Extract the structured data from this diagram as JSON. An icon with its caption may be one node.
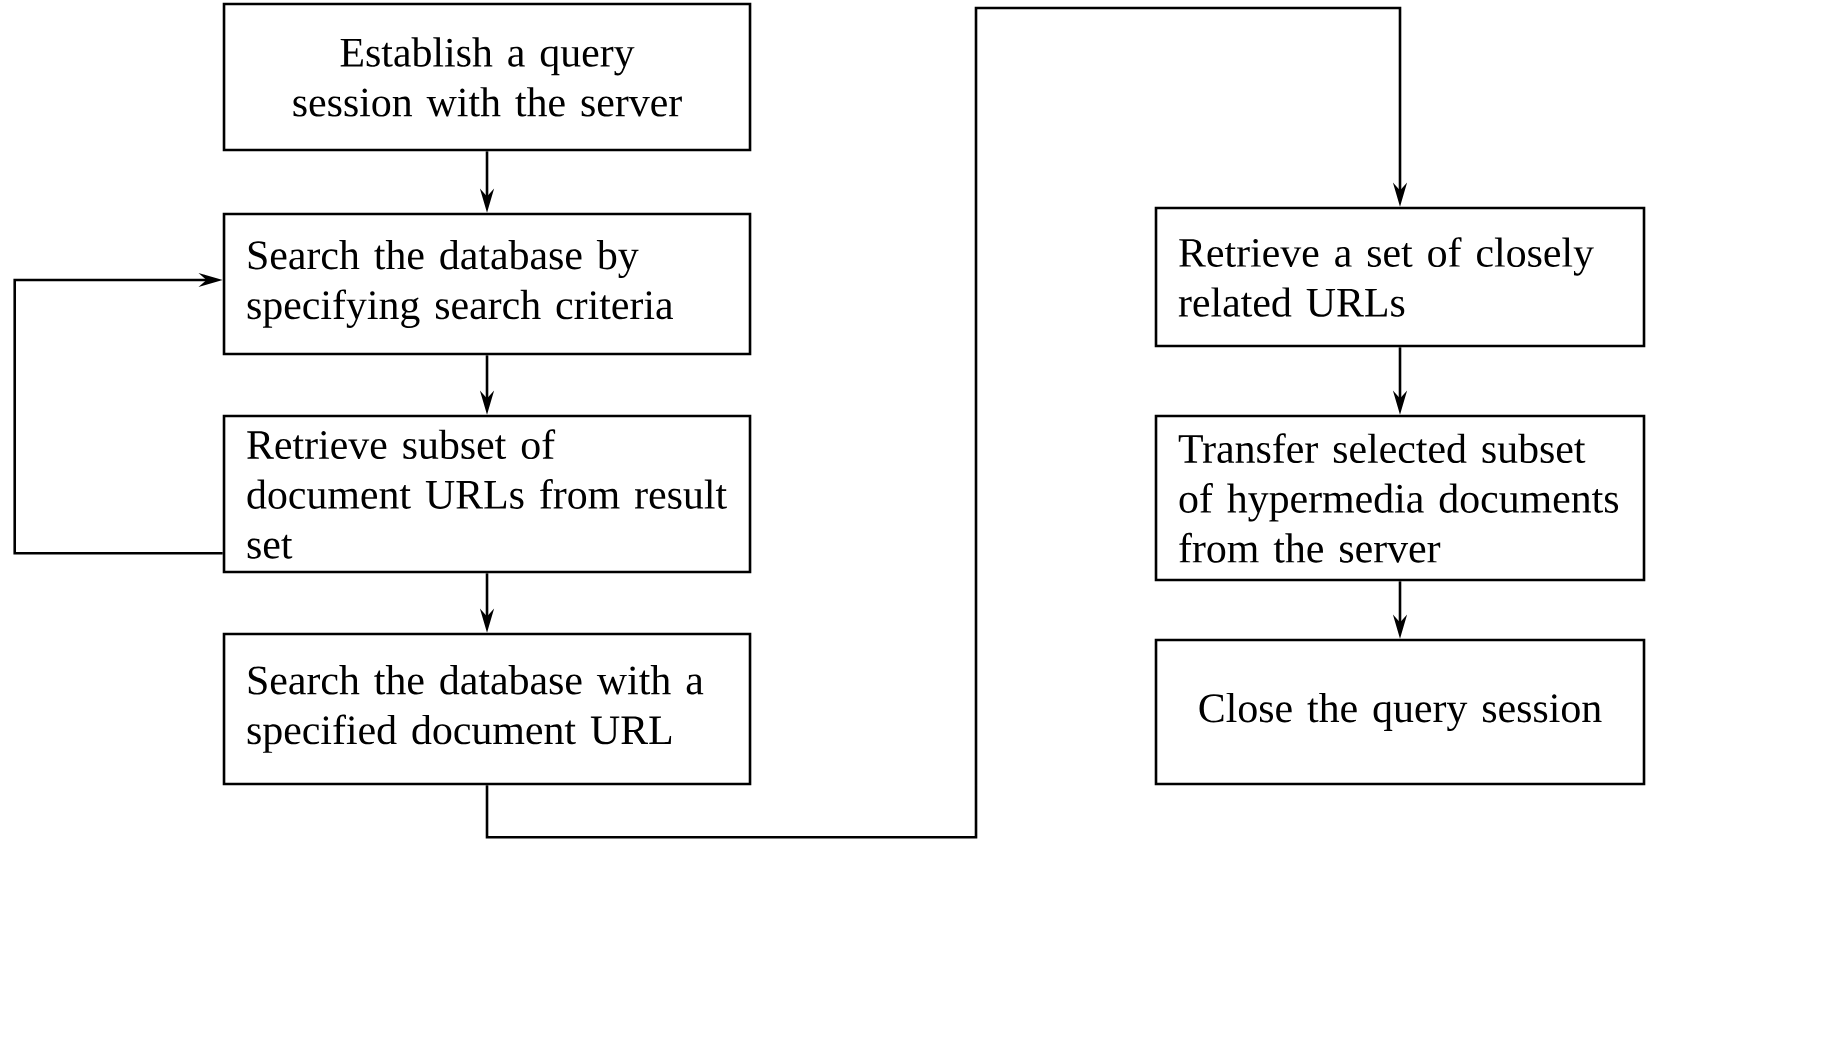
{
  "diagram": {
    "nodes": [
      {
        "text": [
          "Establish a query session with the server"
        ]
      },
      {
        "text": [
          "Search the database by specifying search criteria"
        ]
      },
      {
        "text": [
          "Retrieve subset of document URLs from result set"
        ]
      },
      {
        "text": [
          "Search the database with a specified document URL"
        ]
      },
      {
        "text": [
          "Retrieve a set of closely related URLs"
        ]
      },
      {
        "text": [
          "Transfer selected subset of hypermedia documents from the server"
        ]
      },
      {
        "text": [
          "Close the query session"
        ]
      }
    ],
    "edges": [
      {
        "from": 0,
        "to": 1,
        "arrow": "to"
      },
      {
        "from": 1,
        "to": 2,
        "arrow": "to"
      },
      {
        "from": 2,
        "to": 1,
        "arrow": "to"
      },
      {
        "from": 2,
        "to": 3,
        "arrow": "to"
      },
      {
        "from": 3,
        "to": 4,
        "arrow": "to"
      },
      {
        "from": 4,
        "to": 5,
        "arrow": "to"
      },
      {
        "from": 5,
        "to": 6,
        "arrow": "to"
      }
    ]
  }
}
